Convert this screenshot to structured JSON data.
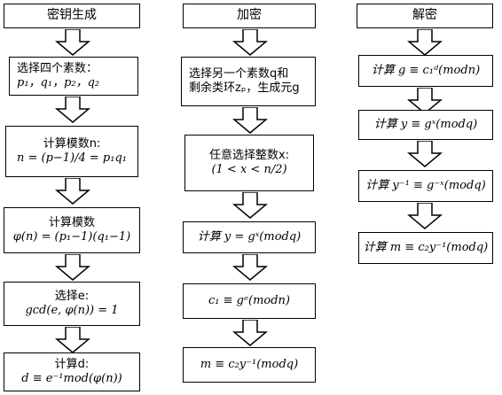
{
  "columns": [
    {
      "id": "keygen",
      "title": "密钥生成",
      "steps": [
        {
          "lines": [
            "选择四个素数：",
            "p₁，q₁，p₂，q₂"
          ]
        },
        {
          "lines": [
            "计算模数n:",
            "n = (p−1)/4 = p₁q₁"
          ]
        },
        {
          "lines": [
            "计算模数",
            "φ(n) = (p₁−1)(q₁−1)"
          ]
        },
        {
          "lines": [
            "选择e:",
            "gcd(e, φ(n)) = 1"
          ]
        },
        {
          "lines": [
            "计算d:",
            "d ≡ e⁻¹mod(φ(n))"
          ]
        }
      ]
    },
    {
      "id": "encrypt",
      "title": "加密",
      "steps": [
        {
          "lines": [
            "选择另一个素数q和",
            "剩余类环zₚ，生成元g"
          ]
        },
        {
          "lines": [
            "任意选择整数x:",
            "(1 < x < n/2)"
          ]
        },
        {
          "lines": [
            "计算  y = gˣ(modq)"
          ]
        },
        {
          "lines": [
            "c₁ ≡ gᵉ(modn)"
          ]
        },
        {
          "lines": [
            "m ≡ c₂y⁻¹(modq)"
          ]
        }
      ]
    },
    {
      "id": "decrypt",
      "title": "解密",
      "steps": [
        {
          "lines": [
            "计算 g ≡ c₁ᵈ(modn)"
          ]
        },
        {
          "lines": [
            "计算 y ≡ gˣ(modq)"
          ]
        },
        {
          "lines": [
            "计算 y⁻¹ ≡ g⁻ˣ(modq)"
          ]
        },
        {
          "lines": [
            "计算 m ≡ c₂y⁻¹(modq)"
          ]
        }
      ]
    }
  ]
}
